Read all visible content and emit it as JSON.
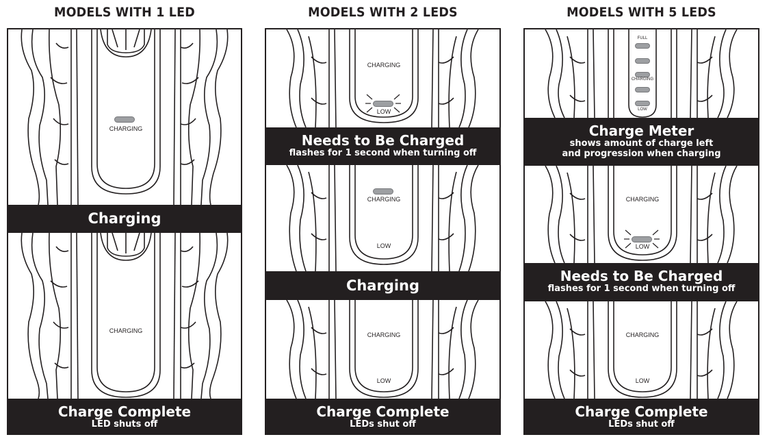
{
  "columns": [
    {
      "title": "MODELS WITH 1 LED"
    },
    {
      "title": "MODELS WITH 2 LEDS"
    },
    {
      "title": "MODELS WITH 5 LEDS"
    }
  ],
  "labels": {
    "charging": "CHARGING",
    "low": "LOW",
    "full": "FULL"
  },
  "col1": {
    "state1": {
      "title": "Charging"
    },
    "state2": {
      "title": "Charge Complete",
      "subtitle": "LED shuts off"
    }
  },
  "col2": {
    "state1": {
      "title": "Needs to Be Charged",
      "subtitle": "flashes for 1 second when turning off"
    },
    "state2": {
      "title": "Charging"
    },
    "state3": {
      "title": "Charge Complete",
      "subtitle": "LEDs shut off"
    }
  },
  "col3": {
    "state1": {
      "title": "Charge Meter",
      "subtitle_line1": "shows amount of charge left",
      "subtitle_line2": "and progression when charging"
    },
    "state2": {
      "title": "Needs to Be Charged",
      "subtitle": "flashes for 1 second when turning off"
    },
    "state3": {
      "title": "Charge Complete",
      "subtitle": "LEDs shut off"
    }
  },
  "colors": {
    "ink": "#231f20",
    "led_lit": "#9d9fa2",
    "bar_text": "#ffffff"
  }
}
